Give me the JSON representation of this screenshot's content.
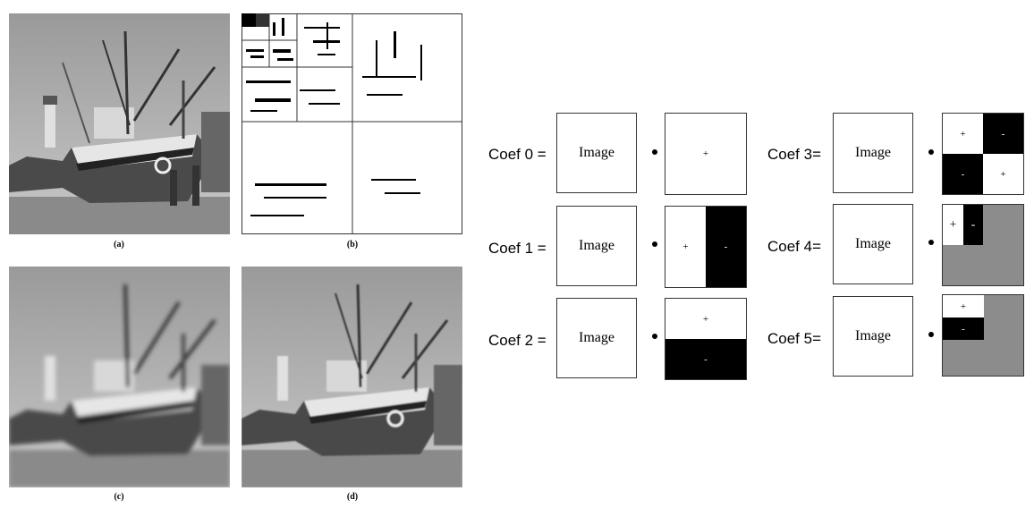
{
  "captions": {
    "a": "(a)",
    "b": "(b)",
    "c": "(c)",
    "d": "(d)"
  },
  "coefficients": [
    {
      "label": "Coef 0 =",
      "image_text": "Image",
      "signs": [
        "+"
      ]
    },
    {
      "label": "Coef 1 =",
      "image_text": "Image",
      "signs": [
        "+",
        "-"
      ]
    },
    {
      "label": "Coef 2 =",
      "image_text": "Image",
      "signs": [
        "+",
        "-"
      ]
    },
    {
      "label": "Coef 3=",
      "image_text": "Image",
      "signs": [
        "+",
        "-",
        "-",
        "+"
      ]
    },
    {
      "label": "Coef 4=",
      "image_text": "Image",
      "signs": [
        "+",
        "-"
      ]
    },
    {
      "label": "Coef 5=",
      "image_text": "Image",
      "signs": [
        "+",
        "-"
      ]
    }
  ],
  "colors": {
    "black": "#000000",
    "white": "#ffffff",
    "gray": "#8c8c8c"
  }
}
